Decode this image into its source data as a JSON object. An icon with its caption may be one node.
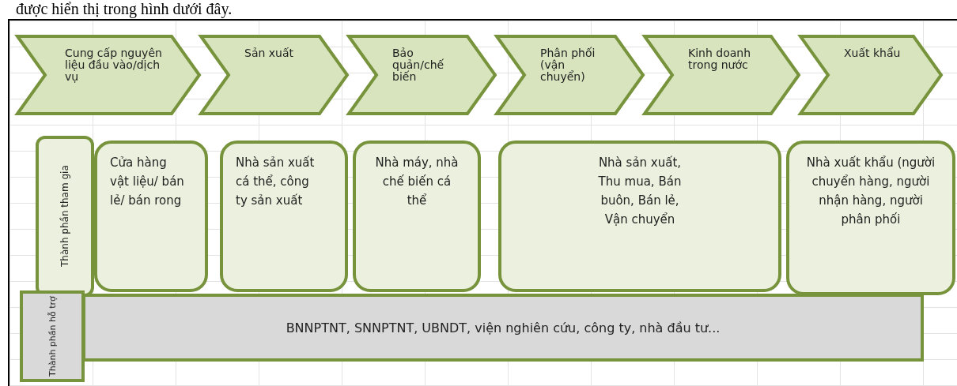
{
  "diagram": {
    "nodes": [
      {
        "text": [
          "Cung cấp nguyên liệu đầu vào/dịch vụ"
        ]
      },
      {
        "text": [
          "Sản xuất"
        ]
      },
      {
        "text": [
          "Bảo quản/chế biến"
        ]
      },
      {
        "text": [
          "Phân phối (vận chuyển)"
        ]
      },
      {
        "text": [
          "Kinh doanh trong nước"
        ]
      },
      {
        "text": [
          "Xuất khẩu"
        ]
      },
      {
        "text": [
          "Thành phần tham gia"
        ]
      },
      {
        "text": [
          "Cửa hàng vật liệu/ bán lẻ/ bán rong"
        ]
      },
      {
        "text": [
          "Nhà sản xuất cá thể, công ty sản xuất"
        ]
      },
      {
        "text": [
          "Nhà máy, nhà chế biến cá thể"
        ]
      },
      {
        "text": [
          "Nhà sản xuất, Thu mua, Bán buôn, Bán lẻ, Vận chuyển"
        ]
      },
      {
        "text": [
          "Nhà xuất khẩu (người chuyển hàng, người nhận hàng, người phân phối"
        ]
      },
      {
        "text": [
          "Thành phần hỗ trợ"
        ]
      },
      {
        "text": [
          "BNNPTNT, SNNPTNT, UBNDT, viện nghiên cứu, công ty, nhà đầu tư..."
        ]
      }
    ],
    "edges": [],
    "labels": [
      "được hiển thị trong hình dưới đây."
    ]
  }
}
